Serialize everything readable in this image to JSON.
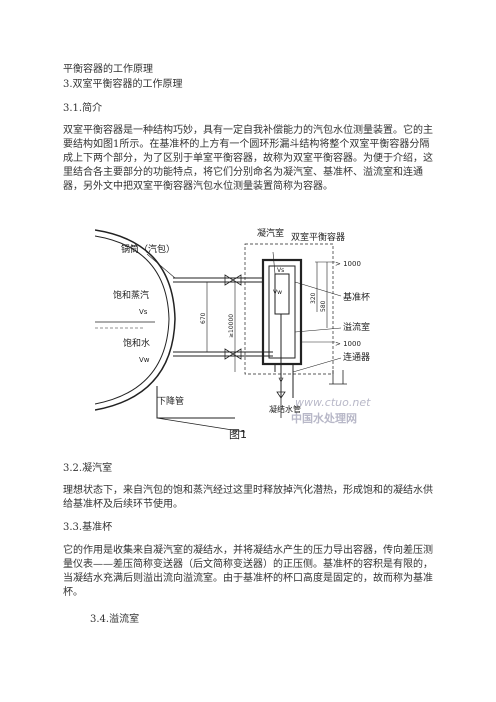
{
  "doc": {
    "title": "平衡容器的工作原理",
    "heading_3": "3.双室平衡容器的工作原理",
    "heading_3_1": "3.1.简介",
    "para_3_1": "双室平衡容器是一种结构巧妙，具有一定自我补偿能力的汽包水位测量装置。它的主要结构如图1所示。在基准杯的上方有一个圆环形漏斗结构将整个双室平衡容器分隔成上下两个部分，为了区别于单室平衡容器，故称为双室平衡容器。为便于介绍，这里结合各主要部分的功能特点，将它们分别命名为凝汽室、基准杯、溢流室和连通器，另外文中把双室平衡容器汽包水位测量装置简称为容器。",
    "heading_3_2": "3.2.凝汽室",
    "para_3_2": "理想状态下，来自汽包的饱和蒸汽经过这里时释放掉汽化潜热，形成饱和的凝结水供给基准杯及后续环节使用。",
    "heading_3_3": "3.3.基准杯",
    "para_3_3": "它的作用是收集来自凝汽室的凝结水，并将凝结水产生的压力导出容器，传向差压测量仪表——差压简称变送器（后文简称变送器）的正压侧。基准杯的容积是有限的，当凝结水充满后则溢出流向溢流室。由于基准杯的杯口高度是固定的，故而称为基准杯。",
    "heading_3_4": "3.4.溢流室"
  },
  "figure": {
    "labels": {
      "condenser": "凝汽室",
      "dual_container": "双室平衡容器",
      "drum": "锅筒（汽包）",
      "saturated_steam": "饱和蒸汽",
      "saturated_water": "饱和水",
      "vs": "Vs",
      "vw": "Vw",
      "vs_inner": "Vs",
      "vw_inner": "Vw",
      "reference_cup": "基准杯",
      "overflow": "溢流室",
      "connector": "连通器",
      "downcomer": "下降管",
      "condensate_pipe": "凝结水管",
      "dim_gt1000_a": "> 1000",
      "dim_gt1000_b": "> 1000",
      "dim_320": "320",
      "dim_580": "580",
      "dim_670": "670",
      "dim_ge10000": "≥10000",
      "caption": "图1"
    },
    "watermark_line1": "www.ctuo.net",
    "watermark_line2": "中国水处理网"
  }
}
